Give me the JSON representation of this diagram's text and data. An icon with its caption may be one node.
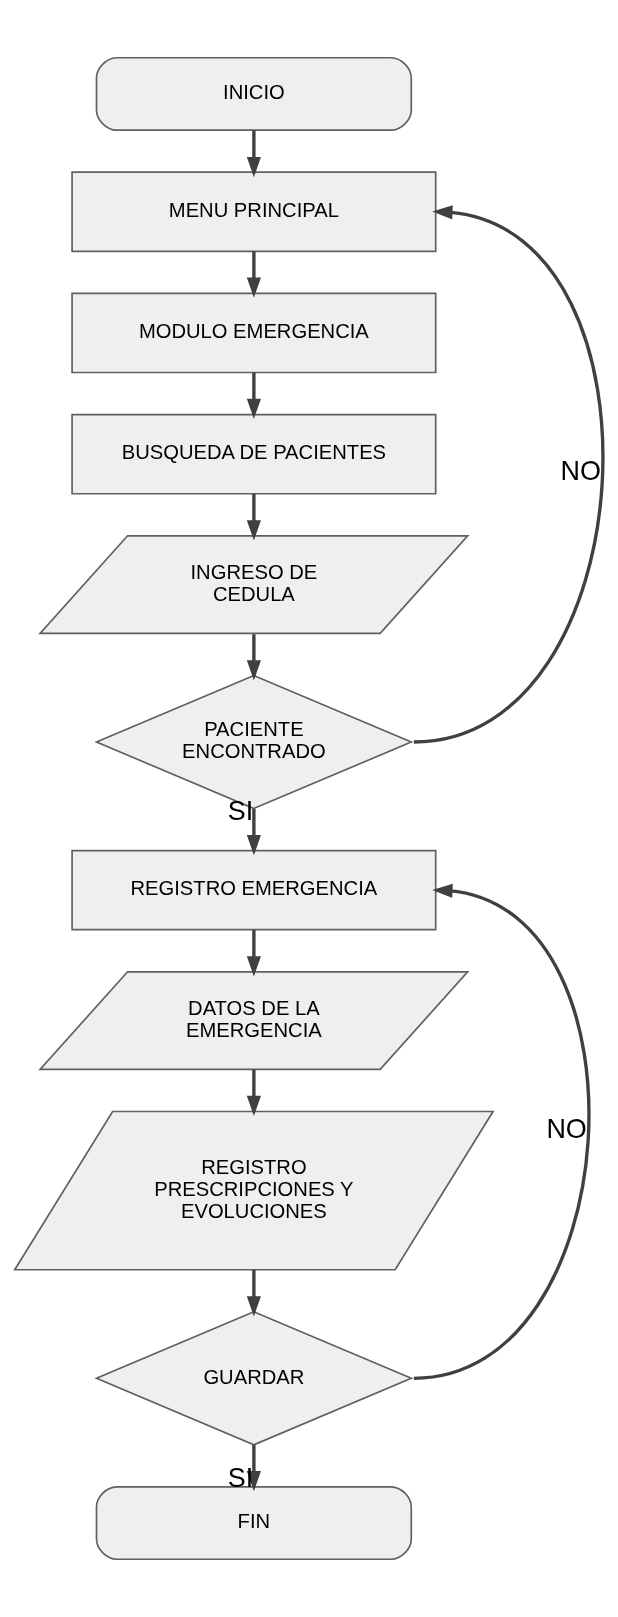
{
  "diagram": {
    "nodes": [
      {
        "text": [
          "INICIO"
        ]
      },
      {
        "text": [
          "MENU PRINCIPAL"
        ]
      },
      {
        "text": [
          "MODULO EMERGENCIA"
        ]
      },
      {
        "text": [
          "BUSQUEDA DE PACIENTES"
        ]
      },
      {
        "text": [
          "INGRESO DE CEDULA"
        ]
      },
      {
        "text": [
          "PACIENTE ENCONTRADO"
        ]
      },
      {
        "text": [
          "REGISTRO EMERGENCIA"
        ]
      },
      {
        "text": [
          "DATOS DE LA EMERGENCIA"
        ]
      },
      {
        "text": [
          "REGISTRO PRESCRIPCIONES Y EVOLUCIONES"
        ]
      },
      {
        "text": [
          "GUARDAR"
        ]
      },
      {
        "text": [
          "FIN"
        ]
      }
    ],
    "edges": [
      {
        "from": 0,
        "to": 1,
        "arrow": "to"
      },
      {
        "from": 1,
        "to": 2,
        "arrow": "to"
      },
      {
        "from": 2,
        "to": 3,
        "arrow": "to"
      },
      {
        "from": 3,
        "to": 4,
        "arrow": "to"
      },
      {
        "from": 4,
        "to": 5,
        "arrow": "to"
      },
      {
        "from": 5,
        "to": 1,
        "arrow": "to",
        "label": "NO"
      },
      {
        "from": 5,
        "to": 6,
        "arrow": "to",
        "label": "SI"
      },
      {
        "from": 6,
        "to": 7,
        "arrow": "to"
      },
      {
        "from": 7,
        "to": 8,
        "arrow": "to"
      },
      {
        "from": 8,
        "to": 9,
        "arrow": "to"
      },
      {
        "from": 9,
        "to": 6,
        "arrow": "to",
        "label": "NO"
      },
      {
        "from": 9,
        "to": 10,
        "arrow": "to",
        "label": "SI"
      }
    ]
  }
}
